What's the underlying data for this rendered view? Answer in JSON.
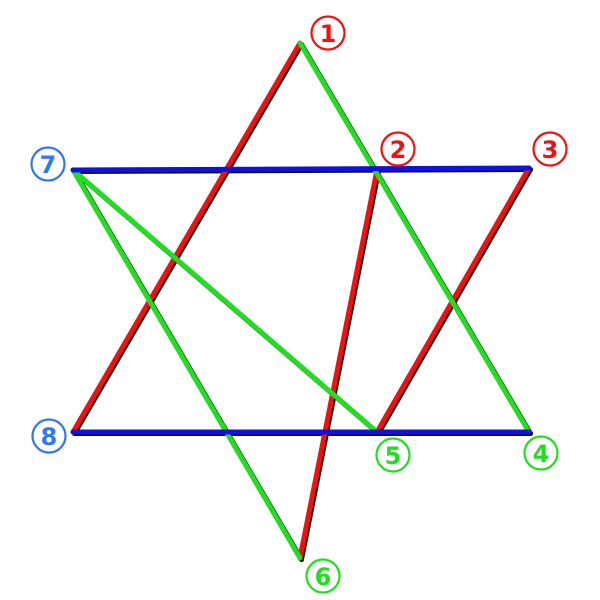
{
  "colors": {
    "red": "#ee1111",
    "green": "#22dd22",
    "blue": "#1111dd",
    "label_blue": "#3377ee",
    "label_red": "#ee1111",
    "label_green": "#22dd22",
    "shadow": "#111111"
  },
  "nodes": [
    {
      "id": "1",
      "label": "1",
      "color": "label_red"
    },
    {
      "id": "2",
      "label": "2",
      "color": "label_red"
    },
    {
      "id": "3",
      "label": "3",
      "color": "label_red"
    },
    {
      "id": "4",
      "label": "4",
      "color": "label_green"
    },
    {
      "id": "5",
      "label": "5",
      "color": "label_green"
    },
    {
      "id": "6",
      "label": "6",
      "color": "label_green"
    },
    {
      "id": "7",
      "label": "7",
      "color": "label_blue"
    },
    {
      "id": "8",
      "label": "8",
      "color": "label_blue"
    }
  ],
  "edges": [
    {
      "from": "1",
      "to": "8",
      "color": "red"
    },
    {
      "from": "2",
      "to": "6",
      "color": "red"
    },
    {
      "from": "3",
      "to": "5",
      "color": "red"
    },
    {
      "from": "1",
      "to": "4",
      "color": "green"
    },
    {
      "from": "7",
      "to": "5",
      "color": "green"
    },
    {
      "from": "7",
      "to": "6",
      "color": "green"
    },
    {
      "from": "7",
      "to": "3",
      "color": "blue"
    },
    {
      "from": "8",
      "to": "4",
      "color": "blue"
    }
  ]
}
